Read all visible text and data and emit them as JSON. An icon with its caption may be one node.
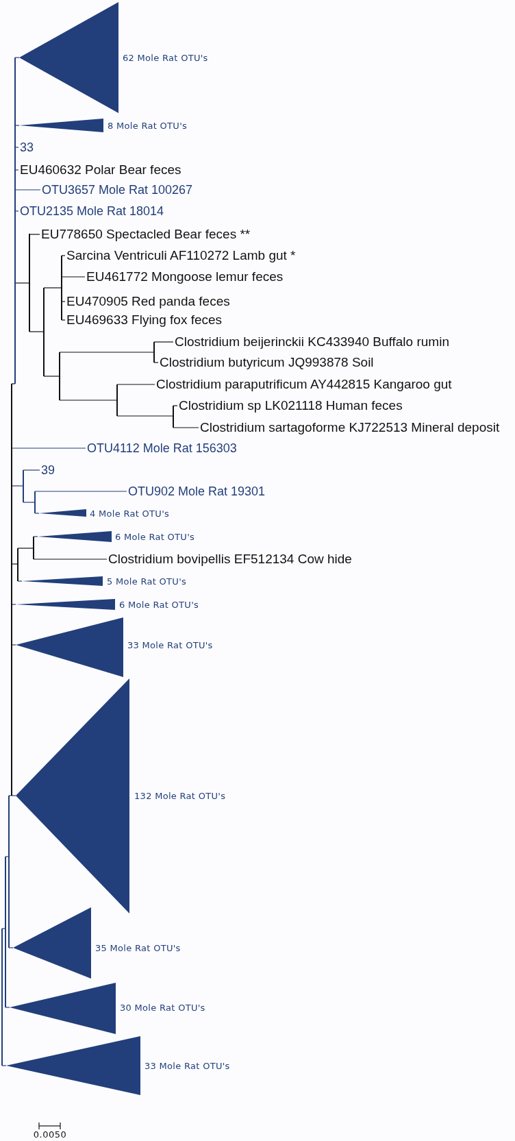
{
  "diagram": {
    "nodes": [
      {
        "text": [],
        "shape": "triangle",
        "beside": [
          "62 Mole Rat OTU's"
        ]
      },
      {
        "text": [],
        "shape": "triangle",
        "beside": [
          "8 Mole Rat OTU's"
        ]
      },
      {
        "text": [
          "33"
        ]
      },
      {
        "text": [
          "EU460632 Polar Bear feces"
        ]
      },
      {
        "text": [
          "OTU3657 Mole Rat 100267"
        ]
      },
      {
        "text": [
          "OTU2135 Mole Rat 18014"
        ]
      },
      {
        "text": [
          "EU778650 Spectacled Bear feces **"
        ]
      },
      {
        "text": [
          "Sarcina Ventriculi AF110272 Lamb gut *"
        ]
      },
      {
        "text": [
          "EU461772 Mongoose lemur feces"
        ]
      },
      {
        "text": [
          "EU470905 Red panda feces"
        ]
      },
      {
        "text": [
          "EU469633 Flying fox feces"
        ]
      },
      {
        "text": [
          "Clostridium beijerinckii KC433940 Buffalo rumin"
        ]
      },
      {
        "text": [
          "Clostridium butyricum JQ993878 Soil"
        ]
      },
      {
        "text": [
          "Clostridium paraputrificum AY442815 Kangaroo gut"
        ]
      },
      {
        "text": [
          "Clostridium sp LK021118 Human feces"
        ]
      },
      {
        "text": [
          "Clostridium sartagoforme KJ722513 Mineral deposit"
        ]
      },
      {
        "text": [
          "OTU4112 Mole Rat 156303"
        ]
      },
      {
        "text": [
          "39"
        ]
      },
      {
        "text": [
          "OTU902 Mole Rat 19301"
        ]
      },
      {
        "text": [],
        "shape": "triangle",
        "beside": [
          "4 Mole Rat OTU's"
        ]
      },
      {
        "text": [],
        "shape": "triangle",
        "beside": [
          "6 Mole Rat OTU's"
        ]
      },
      {
        "text": [
          "Clostridium bovipellis EF512134 Cow hide"
        ]
      },
      {
        "text": [],
        "shape": "triangle",
        "beside": [
          "5 Mole Rat OTU's"
        ]
      },
      {
        "text": [],
        "shape": "triangle",
        "beside": [
          "6 Mole Rat OTU's"
        ]
      },
      {
        "text": [],
        "shape": "triangle",
        "beside": [
          "33 Mole Rat OTU's"
        ]
      },
      {
        "text": [],
        "shape": "triangle",
        "beside": [
          "132 Mole Rat OTU's"
        ]
      },
      {
        "text": [],
        "shape": "triangle",
        "beside": [
          "35 Mole Rat OTU's"
        ]
      },
      {
        "text": [],
        "shape": "triangle",
        "beside": [
          "30 Mole Rat OTU's"
        ]
      },
      {
        "text": [],
        "shape": "triangle",
        "beside": [
          "33 Mole Rat OTU's"
        ]
      },
      {
        "text": [],
        "shape": "bar"
      },
      {
        "text": [],
        "shape": "bar"
      },
      {
        "text": [],
        "shape": "bar"
      },
      {
        "text": [],
        "shape": "bar"
      },
      {
        "text": [],
        "shape": "bar"
      },
      {
        "text": [],
        "shape": "bar"
      },
      {
        "text": [],
        "shape": "bar"
      },
      {
        "text": [],
        "shape": "bar"
      },
      {
        "text": [],
        "shape": "bar"
      },
      {
        "text": [],
        "shape": "bar"
      },
      {
        "text": [],
        "shape": "bar"
      },
      {
        "text": [],
        "shape": "bar"
      },
      {
        "text": [],
        "shape": "bar"
      },
      {
        "text": [],
        "shape": "bar"
      },
      {
        "text": [],
        "shape": "bar"
      },
      {
        "text": [],
        "shape": "bar"
      }
    ],
    "edges": [
      {
        "from": 29,
        "to": 30,
        "arrow": "none"
      },
      {
        "from": 29,
        "to": 28,
        "arrow": "none"
      },
      {
        "from": 30,
        "to": 31,
        "arrow": "none"
      },
      {
        "from": 30,
        "to": 27,
        "arrow": "none"
      },
      {
        "from": 31,
        "to": 32,
        "arrow": "none"
      },
      {
        "from": 31,
        "to": 26,
        "arrow": "none"
      },
      {
        "from": 32,
        "to": 33,
        "arrow": "none",
        "color": "#111111"
      },
      {
        "from": 33,
        "to": 0,
        "arrow": "none"
      },
      {
        "from": 33,
        "to": 1,
        "arrow": "none"
      },
      {
        "from": 33,
        "to": 2,
        "arrow": "none"
      },
      {
        "from": 33,
        "to": 3,
        "arrow": "none"
      },
      {
        "from": 33,
        "to": 4,
        "arrow": "none"
      },
      {
        "from": 33,
        "to": 5,
        "arrow": "none"
      },
      {
        "from": 33,
        "to": 34,
        "arrow": "none",
        "color": "#111111"
      },
      {
        "from": 34,
        "to": 6,
        "arrow": "none",
        "color": "#111111"
      },
      {
        "from": 34,
        "to": 35,
        "arrow": "none",
        "color": "#111111"
      },
      {
        "from": 35,
        "to": 36,
        "arrow": "none",
        "color": "#111111"
      },
      {
        "from": 36,
        "to": 7,
        "arrow": "none",
        "color": "#111111"
      },
      {
        "from": 36,
        "to": 8,
        "arrow": "none",
        "color": "#111111"
      },
      {
        "from": 36,
        "to": 9,
        "arrow": "none",
        "color": "#111111"
      },
      {
        "from": 36,
        "to": 10,
        "arrow": "none",
        "color": "#111111"
      },
      {
        "from": 35,
        "to": 37,
        "arrow": "none",
        "color": "#111111"
      },
      {
        "from": 37,
        "to": 38,
        "arrow": "none",
        "color": "#111111"
      },
      {
        "from": 38,
        "to": 11,
        "arrow": "none",
        "color": "#111111"
      },
      {
        "from": 38,
        "to": 12,
        "arrow": "none",
        "color": "#111111"
      },
      {
        "from": 37,
        "to": 39,
        "arrow": "none",
        "color": "#111111"
      },
      {
        "from": 39,
        "to": 13,
        "arrow": "none",
        "color": "#111111"
      },
      {
        "from": 39,
        "to": 40,
        "arrow": "none",
        "color": "#111111"
      },
      {
        "from": 40,
        "to": 14,
        "arrow": "none",
        "color": "#111111"
      },
      {
        "from": 40,
        "to": 15,
        "arrow": "none",
        "color": "#111111"
      },
      {
        "from": 32,
        "to": 16,
        "arrow": "none"
      },
      {
        "from": 32,
        "to": 41,
        "arrow": "none"
      },
      {
        "from": 41,
        "to": 17,
        "arrow": "none"
      },
      {
        "from": 41,
        "to": 42,
        "arrow": "none"
      },
      {
        "from": 42,
        "to": 18,
        "arrow": "none"
      },
      {
        "from": 42,
        "to": 19,
        "arrow": "none"
      },
      {
        "from": 32,
        "to": 43,
        "arrow": "none",
        "color": "#111111"
      },
      {
        "from": 43,
        "to": 44,
        "arrow": "none",
        "color": "#111111"
      },
      {
        "from": 44,
        "to": 20,
        "arrow": "none"
      },
      {
        "from": 44,
        "to": 21,
        "arrow": "none",
        "color": "#111111"
      },
      {
        "from": 43,
        "to": 22,
        "arrow": "none"
      },
      {
        "from": 32,
        "to": 23,
        "arrow": "none"
      },
      {
        "from": 32,
        "to": 24,
        "arrow": "none"
      },
      {
        "from": 32,
        "to": 25,
        "arrow": "none"
      }
    ],
    "labels": [
      "0.0050"
    ]
  }
}
